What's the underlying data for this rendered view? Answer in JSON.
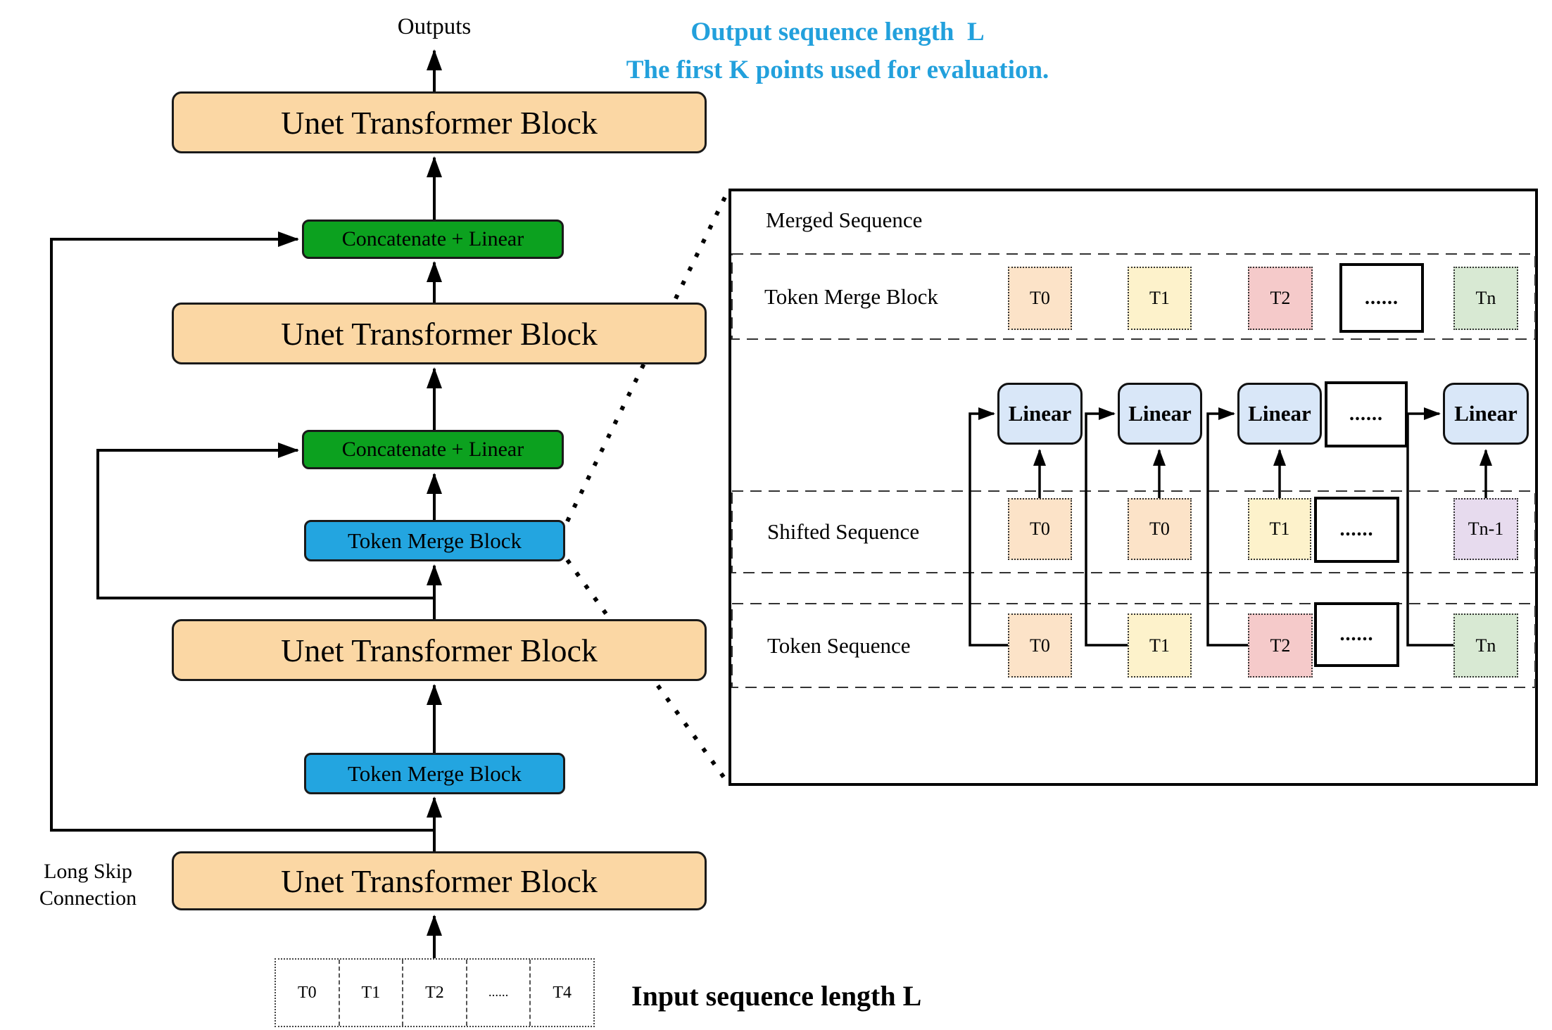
{
  "colors": {
    "unet_fill": "#fbd7a4",
    "concat_fill": "#0ca11f",
    "tmb_fill": "#23a5e0",
    "linear_fill": "#d9e7f8",
    "token_peach": "#fce3c8",
    "token_yellow": "#fdf2cb",
    "token_pink": "#f5caca",
    "token_green": "#d8e9d3",
    "token_purple": "#e7dbee",
    "note_blue": "#22a0dc"
  },
  "annotations": {
    "outputs": "Outputs",
    "output_note_1": "Output sequence length  L",
    "output_note_2": "The first K points used for evaluation.",
    "input_note": "Input sequence length  L",
    "long_skip_1": "Long Skip",
    "long_skip_2": "Connection"
  },
  "pipeline": {
    "unet_label": "Unet Transformer Block",
    "concat_label": "Concatenate + Linear",
    "tmb_label": "Token Merge Block"
  },
  "input_sequence": {
    "cells": [
      "T0",
      "T1",
      "T2",
      "......",
      "T4"
    ]
  },
  "panel": {
    "merged_label": "Merged Sequence",
    "merge_row_label": "Token Merge Block",
    "shifted_label": "Shifted Sequence",
    "token_row_label": "Token Sequence",
    "linear_label": "Linear",
    "dots": "......",
    "merge_tokens": [
      "T0",
      "T1",
      "T2",
      "Tn"
    ],
    "shifted_tokens": [
      "T0",
      "T0",
      "T1",
      "Tn-1"
    ],
    "sequence_tokens": [
      "T0",
      "T1",
      "T2",
      "Tn"
    ]
  }
}
